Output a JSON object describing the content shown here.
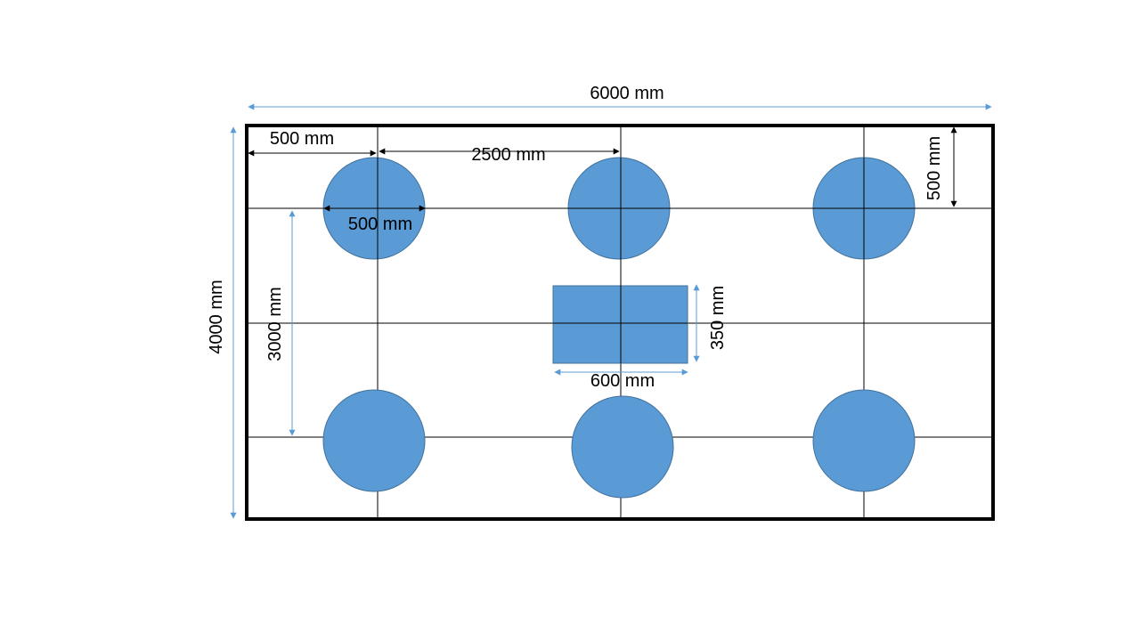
{
  "colors": {
    "shape_fill": "#5b9bd5",
    "shape_stroke": "#41719c",
    "dimension_blue": "#5b9bd5",
    "dimension_black": "#000000",
    "frame": "#000000"
  },
  "labels": {
    "overall_width": "6000 mm",
    "overall_height": "4000 mm",
    "edge_to_first_column": "500 mm",
    "column_spacing": "2500 mm",
    "circle_diameter": "500 mm",
    "row_spacing": "3000 mm",
    "top_edge_offset": "500 mm",
    "rect_height": "350 mm",
    "rect_width": "600 mm"
  }
}
